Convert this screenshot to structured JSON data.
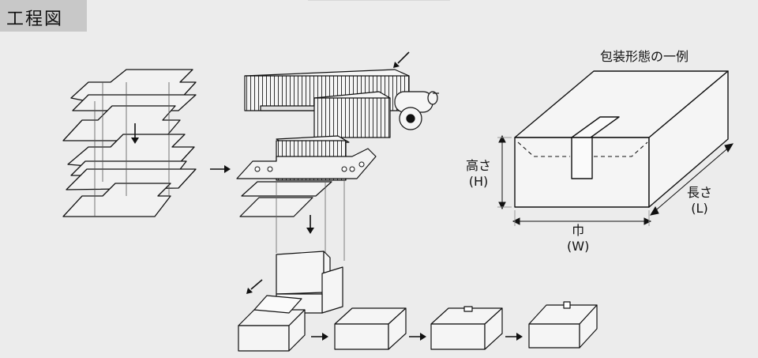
{
  "header": {
    "title": "工程図"
  },
  "labels": {
    "packaging_example": "包装形態の一例",
    "height": "高さ",
    "height_symbol": "(H)",
    "width": "巾",
    "width_symbol": "(W)",
    "length": "長さ",
    "length_symbol": "(L)"
  },
  "colors": {
    "background": "#ececec",
    "title_tab": "#c8c8c8",
    "line": "#111111"
  }
}
